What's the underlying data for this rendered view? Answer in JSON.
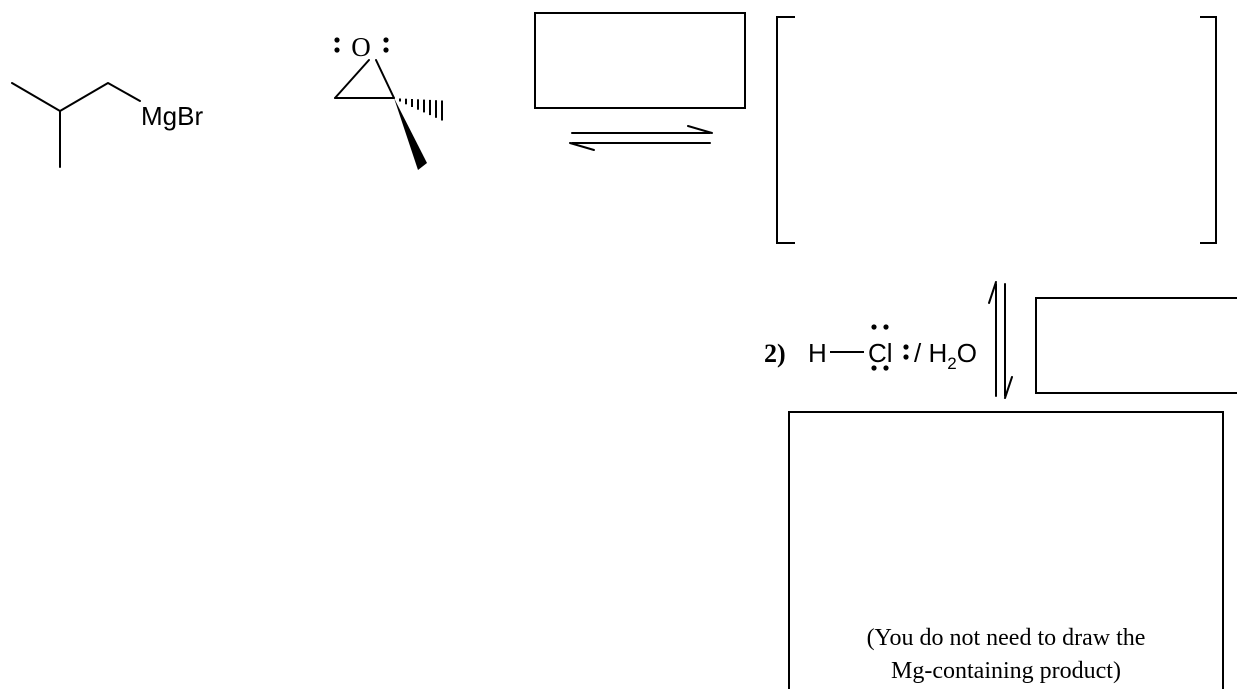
{
  "reagent": {
    "grignard_label": "MgBr"
  },
  "epoxide": {
    "oxygen_label": "O"
  },
  "step2": {
    "number": "2)",
    "acid_h": "H",
    "acid_cl": "Cl",
    "solvent_prefix": "/ H",
    "solvent_subscript": "2",
    "solvent_suffix": "O"
  },
  "product_box": {
    "note_line1": "(You do not need to draw the",
    "note_line2": "Mg-containing product)"
  },
  "colors": {
    "ink": "#000000",
    "background": "#ffffff"
  }
}
